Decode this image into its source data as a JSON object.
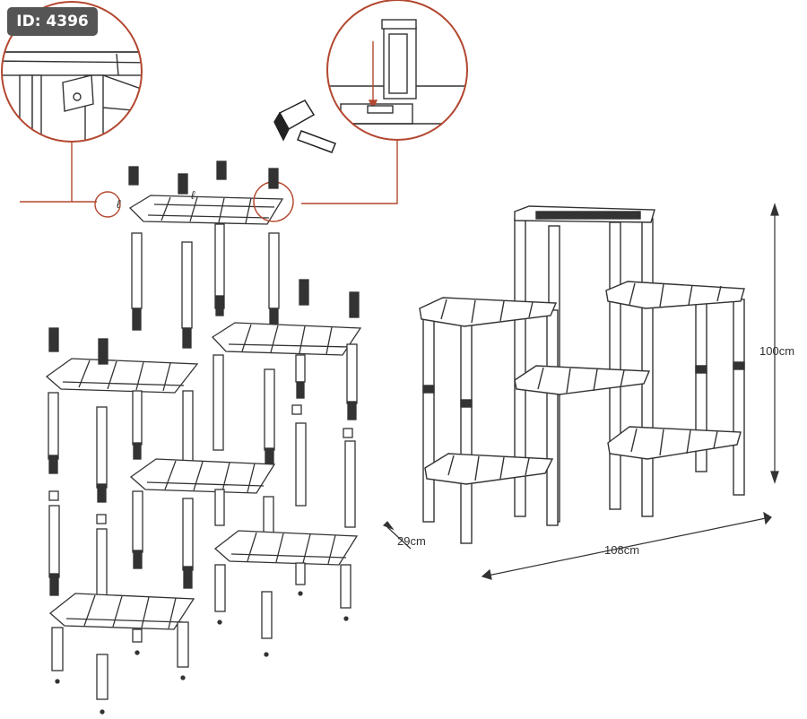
{
  "badge": {
    "id_label": "ID: 4396"
  },
  "dimensions": {
    "height": "100cm",
    "depth": "29cm",
    "width": "108cm"
  },
  "detail_labels": {
    "left_marker": "ℓ",
    "center_marker": "ℓ"
  },
  "colors": {
    "detail_circle": "#b3472f",
    "stroke": "#333333",
    "badge": "#555555"
  }
}
